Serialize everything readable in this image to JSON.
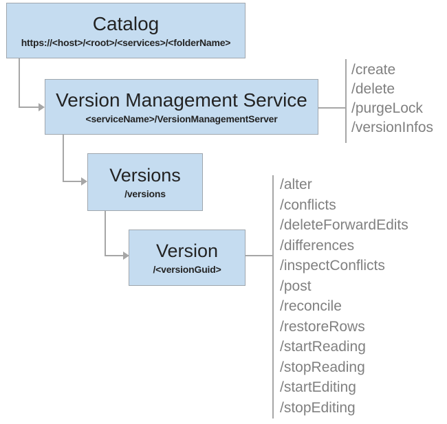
{
  "diagram": {
    "nodes": {
      "catalog": {
        "title": "Catalog",
        "subtitle": "https://<host>/<root>/<services>/<folderName>"
      },
      "vms": {
        "title": "Version Management Service",
        "subtitle": "<serviceName>/VersionManagementServer"
      },
      "versions": {
        "title": "Versions",
        "subtitle": "/versions"
      },
      "version": {
        "title": "Version",
        "subtitle": "/<versionGuid>"
      }
    },
    "vms_operations": [
      "/create",
      "/delete",
      "/purgeLock",
      "/versionInfos"
    ],
    "version_operations": [
      "/alter",
      "/conflicts",
      "/deleteForwardEdits",
      "/differences",
      "/inspectConflicts",
      "/post",
      "/reconcile",
      "/restoreRows",
      "/startReading",
      "/stopReading",
      "/startEditing",
      "/stopEditing"
    ],
    "colors": {
      "box_fill": "#c5dcf0",
      "box_border": "#9fa6ad",
      "connector": "#a6a6a6",
      "title_text": "#232323",
      "operation_text": "#808080",
      "background": "#ffffff"
    }
  }
}
